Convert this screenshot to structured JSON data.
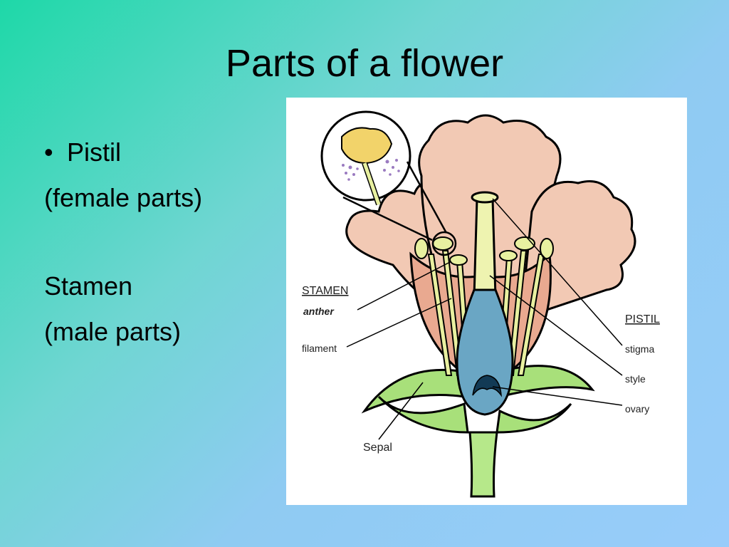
{
  "slide": {
    "title": "Parts of a flower",
    "bullets": [
      {
        "bullet": "•",
        "text": "Pistil"
      },
      {
        "text": "(female parts)"
      },
      {
        "text": "Stamen"
      },
      {
        "text": "(male parts)"
      }
    ]
  },
  "diagram": {
    "stamen_heading": "STAMEN",
    "anther_label": "anther",
    "filament_label": "filament",
    "pistil_heading": "PISTIL",
    "stigma_label": "stigma",
    "style_label": "style",
    "ovary_label": "ovary",
    "sepal_label": "Sepal",
    "colors": {
      "petal": "#f2c9b4",
      "petal_inner": "#e9a990",
      "stamen": "#e8f0a0",
      "pistil": "#eef3b0",
      "ovary": "#6aa6c4",
      "sepal": "#a8e07a",
      "pollen": "#9a7ac0",
      "anther_cap": "#f2d36a"
    }
  }
}
